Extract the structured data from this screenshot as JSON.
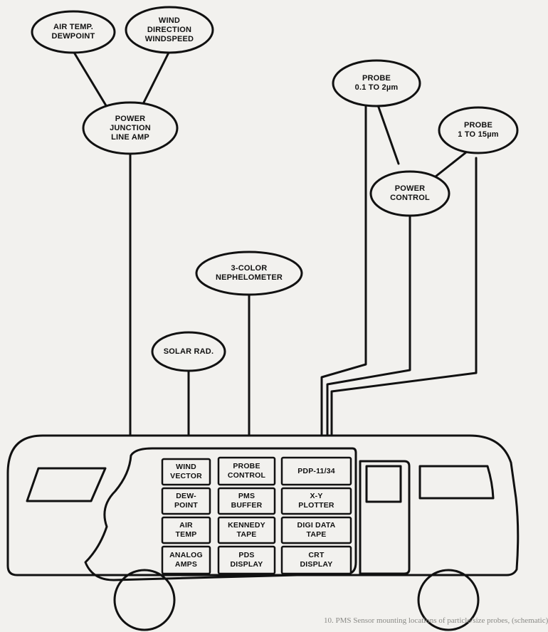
{
  "sensors": {
    "air_temp": "AIR TEMP.\nDEWPOINT",
    "wind": "WIND\nDIRECTION\nWINDSPEED",
    "power_junction": "POWER\nJUNCTION\nLINE AMP",
    "probe_small": "PROBE\n0.1 TO 2µm",
    "probe_large": "PROBE\n1 TO 15µm",
    "power_control": "POWER\nCONTROL",
    "nephelometer": "3-COLOR\nNEPHELOMETER",
    "solar_rad": "SOLAR RAD."
  },
  "equipment": {
    "wind_vector": "WIND\nVECTOR",
    "probe_control": "PROBE\nCONTROL",
    "pdp": "PDP-11/34",
    "dew_point": "DEW-\nPOINT",
    "pms_buffer": "PMS\nBUFFER",
    "xy_plotter": "X-Y\nPLOTTER",
    "air_temp": "AIR\nTEMP",
    "kennedy_tape": "KENNEDY\nTAPE",
    "digi_data_tape": "DIGI DATA\nTAPE",
    "analog_amps": "ANALOG\nAMPS",
    "pds_display": "PDS\nDISPLAY",
    "crt_display": "CRT\nDISPLAY"
  },
  "caption": "10. PMS Sensor mounting locations of particle/size probes, (schematic)"
}
